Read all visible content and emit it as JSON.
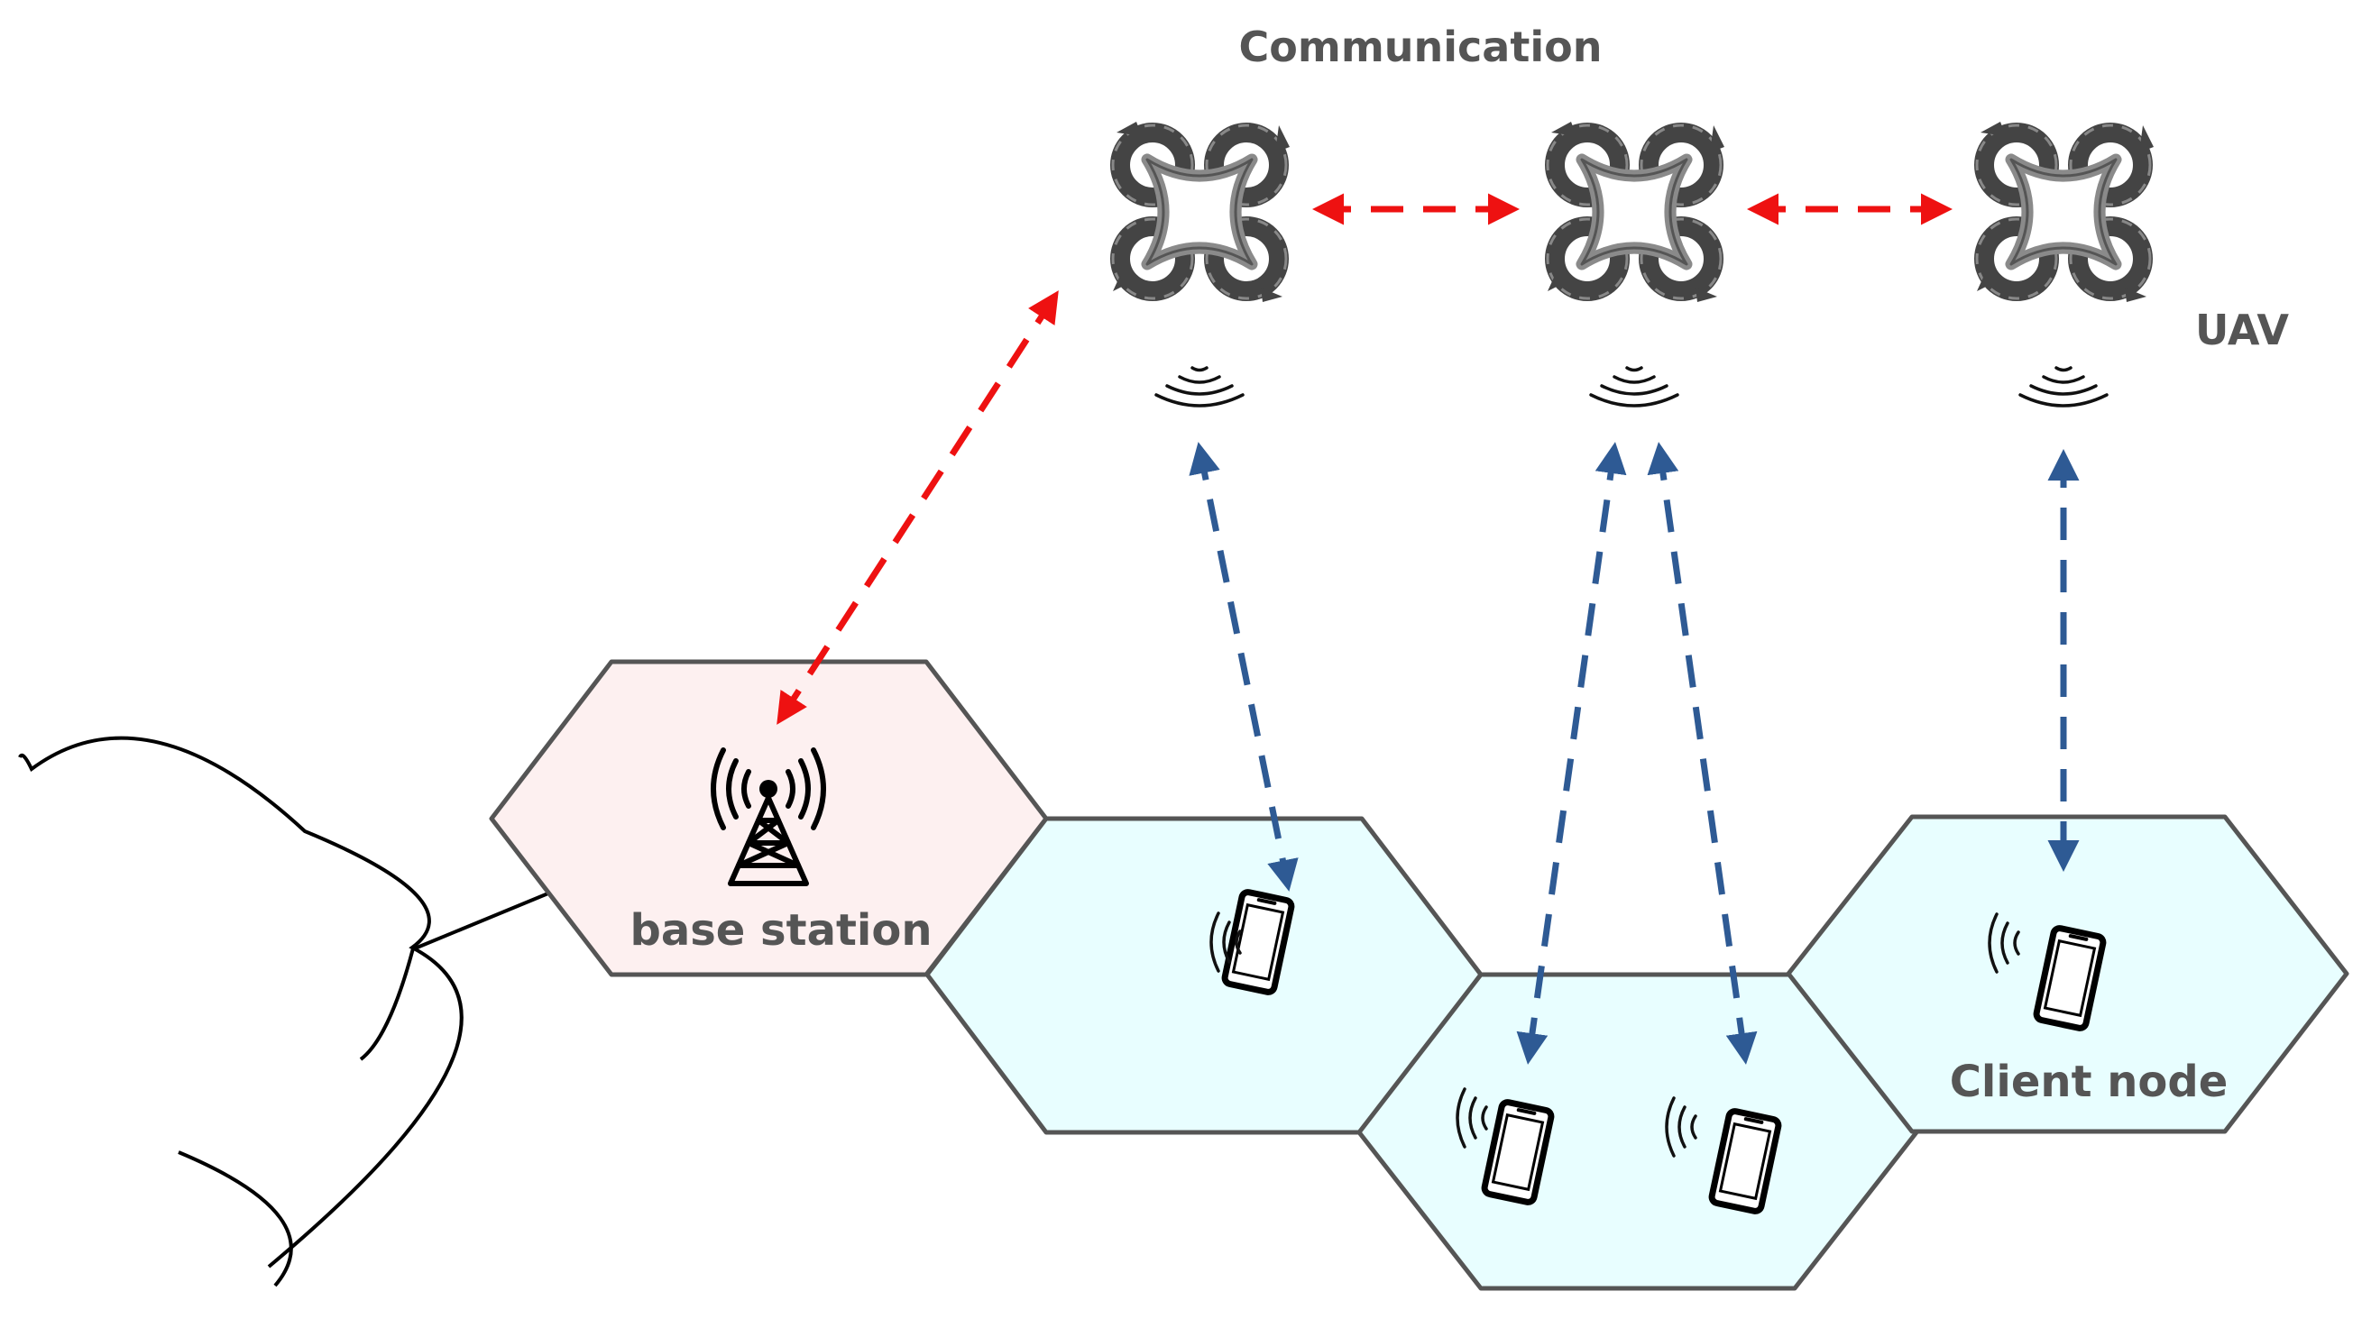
{
  "labels": {
    "communication": "Communication",
    "uav": "UAV",
    "base_station": "base station",
    "client_node": "Client node"
  },
  "colors": {
    "uav_link": "#ee1111",
    "client_link": "#2e5a94",
    "base_cell_fill": "#fdf0f0",
    "client_cell_fill": "#e8feff",
    "cell_stroke": "#555555",
    "drone_dark": "#444444",
    "drone_light": "#8a8a8a",
    "text": "#555555"
  },
  "icons": {
    "drone": "quadcopter-icon",
    "signal": "wifi-signal-icon",
    "tower": "antenna-tower-icon",
    "phone": "smartphone-icon",
    "cloud": "cloud-outline"
  }
}
